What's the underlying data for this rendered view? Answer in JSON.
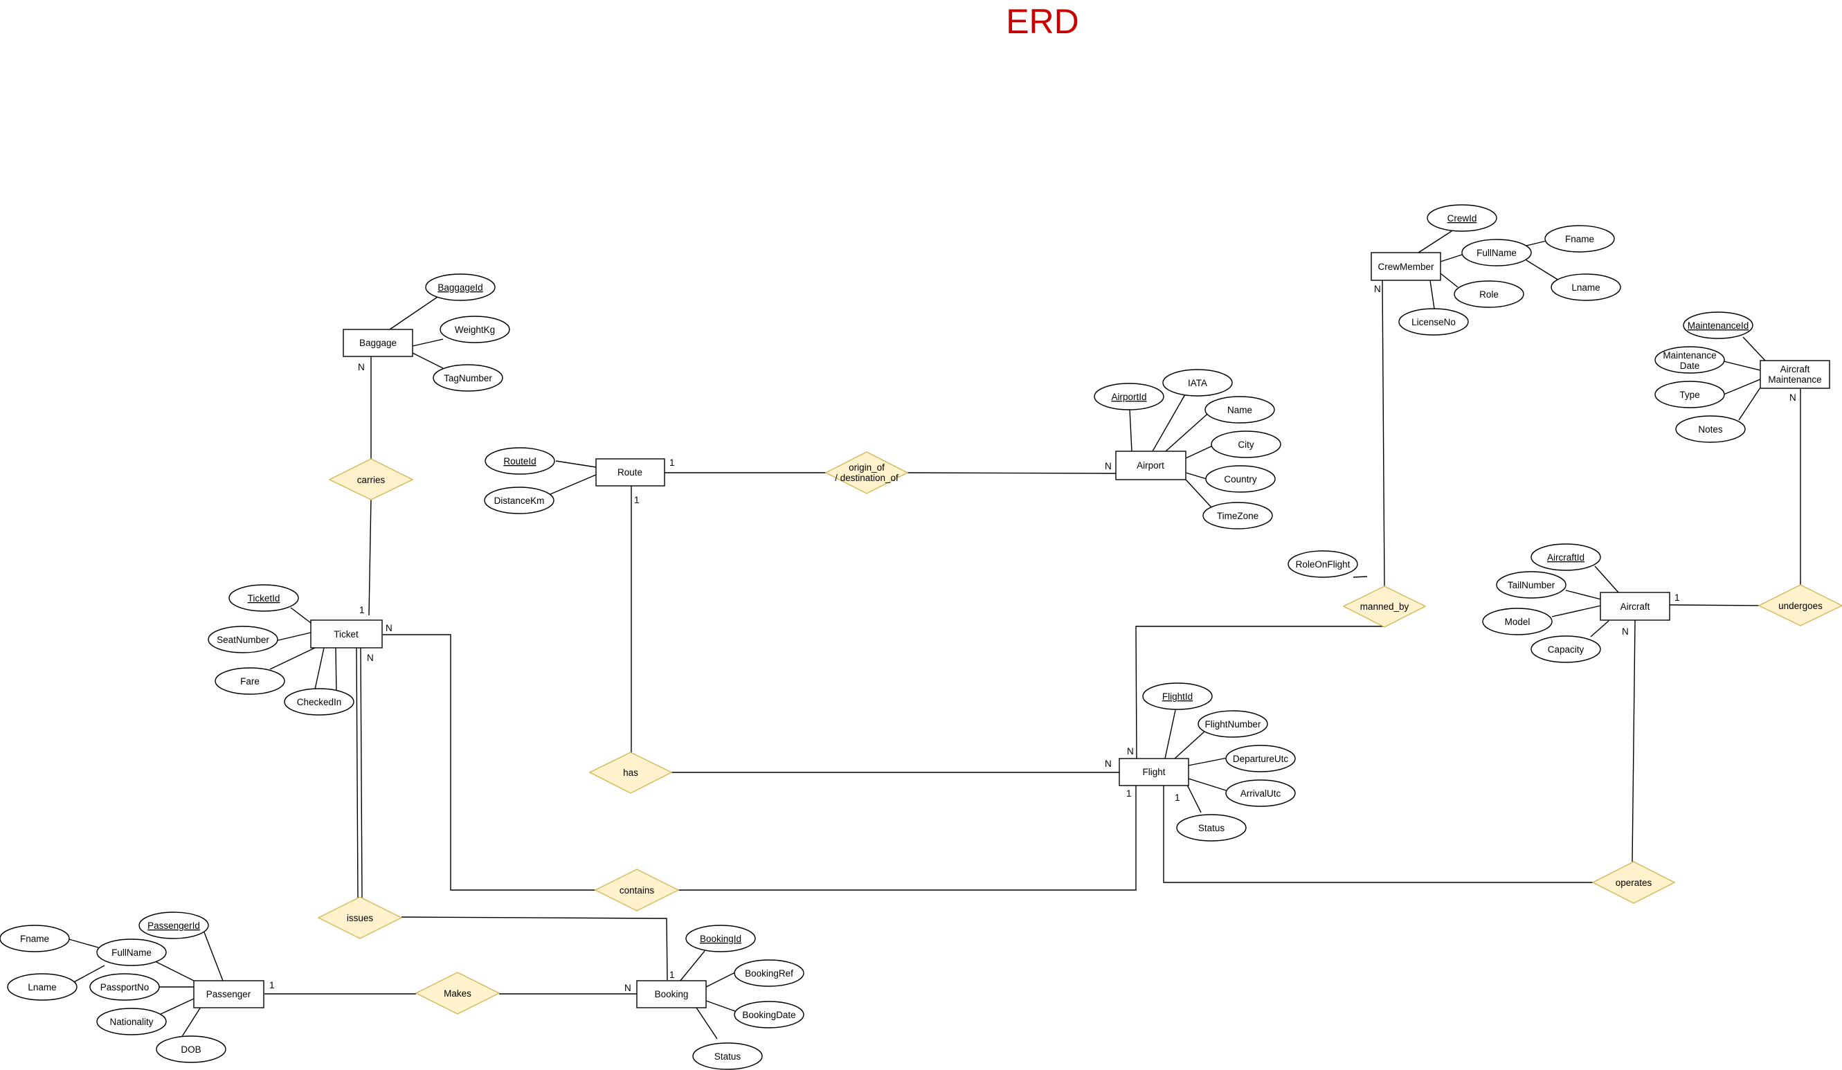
{
  "title": "ERD",
  "colors": {
    "title": "#c80000",
    "relationship_fill": "#fff2cc",
    "relationship_stroke": "#d6b656",
    "entity_stroke": "#000000"
  },
  "entities": {
    "baggage": "Baggage",
    "route": "Route",
    "airport": "Airport",
    "crewmember": "CrewMember",
    "aircraft_maintenance": [
      "Aircraft",
      "Maintenance"
    ],
    "ticket": "Ticket",
    "aircraft": "Aircraft",
    "flight": "Flight",
    "passenger": "Passenger",
    "booking": "Booking"
  },
  "relationships": {
    "carries": "carries",
    "origin_of": [
      "origin_of",
      "/ destination_of"
    ],
    "manned_by": "manned_by",
    "undergoes": "undergoes",
    "has": "has",
    "contains": "contains",
    "issues": "issues",
    "operates": "operates",
    "makes": "Makes"
  },
  "attributes": {
    "baggage_id": "BaggageId",
    "weight_kg": "WeightKg",
    "tag_number": "TagNumber",
    "route_id": "RouteId",
    "distance_km": "DistanceKm",
    "airport_id": "AirportId",
    "iata": "IATA",
    "airport_name": "Name",
    "city": "City",
    "country": "Country",
    "timezone": "TimeZone",
    "crew_id": "CrewId",
    "crew_fullname": "FullName",
    "crew_fname": "Fname",
    "crew_lname": "Lname",
    "crew_role": "Role",
    "license_no": "LicenseNo",
    "maintenance_id": "MaintenanceId",
    "maintenance_date": [
      "Maintenance",
      "Date"
    ],
    "maint_type": "Type",
    "maint_notes": "Notes",
    "role_on_flight": "RoleOnFlight",
    "aircraft_id": "AircraftId",
    "tail_number": "TailNumber",
    "model": "Model",
    "capacity": "Capacity",
    "ticket_id": "TicketId",
    "seat_number": "SeatNumber",
    "fare": "Fare",
    "checked_in": "CheckedIn",
    "flight_id": "FlightId",
    "flight_number": "FlightNumber",
    "departure_utc": "DepartureUtc",
    "arrival_utc": "ArrivalUtc",
    "flight_status": "Status",
    "passenger_id": "PassengerId",
    "pass_fullname": "FullName",
    "pass_fname": "Fname",
    "pass_lname": "Lname",
    "passport_no": "PassportNo",
    "nationality": "Nationality",
    "dob": "DOB",
    "booking_id": "BookingId",
    "booking_ref": "BookingRef",
    "booking_date": "BookingDate",
    "booking_status": "Status"
  },
  "cardinalities": {
    "baggage_carries": "N",
    "ticket_carries": "1",
    "route_origin": "1",
    "airport_origin": "N",
    "route_has": "1",
    "crew_manned": "N",
    "flight_manned": "N",
    "maint_undergoes": "N",
    "aircraft_undergoes": "1",
    "aircraft_operates": "N",
    "flight_has": "N",
    "flight_contains": "1",
    "flight_operates": "1",
    "ticket_contains": "N",
    "ticket_issues": "N",
    "passenger_makes": "1",
    "booking_makes": "N",
    "booking_issues": "1"
  }
}
